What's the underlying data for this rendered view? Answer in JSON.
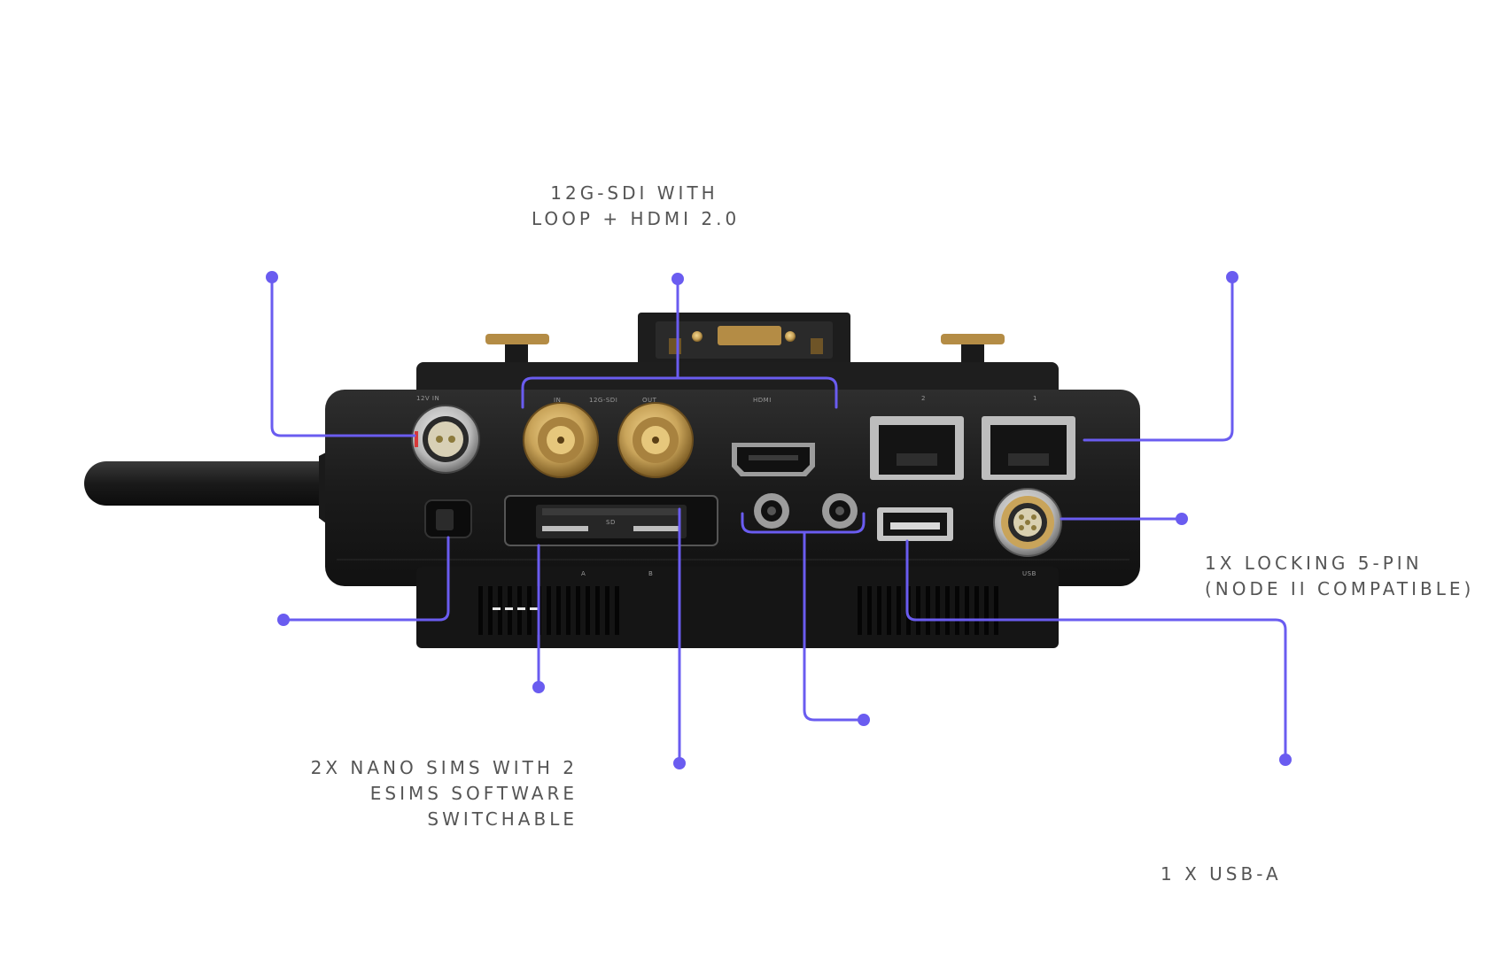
{
  "callouts": {
    "sdi_hdmi": {
      "line1": "12G-SDI WITH",
      "line2": "LOOP + HDMI 2.0"
    },
    "sims": {
      "line1": "2X NANO SIMS WITH 2",
      "line2": "ESIMS SOFTWARE",
      "line3": "SWITCHABLE"
    },
    "five_pin": {
      "line1": "1X LOCKING 5-PIN",
      "line2": "(NODE II COMPATIBLE)"
    },
    "usb": {
      "line1": "1 X USB-A"
    }
  },
  "port_markings": {
    "power_in": "12V IN",
    "sdi_in": "IN",
    "sdi_loop": "12G-SDI",
    "sdi_out": "OUT",
    "hdmi": "HDMI",
    "lan2": "2",
    "lan1": "1",
    "sim_a": "A",
    "sim_b": "B",
    "sd": "SD",
    "usb": "USB"
  },
  "colors": {
    "callout_line": "#6a5cf0",
    "device_body": "#1c1c1c",
    "gold": "#c9a45a"
  }
}
